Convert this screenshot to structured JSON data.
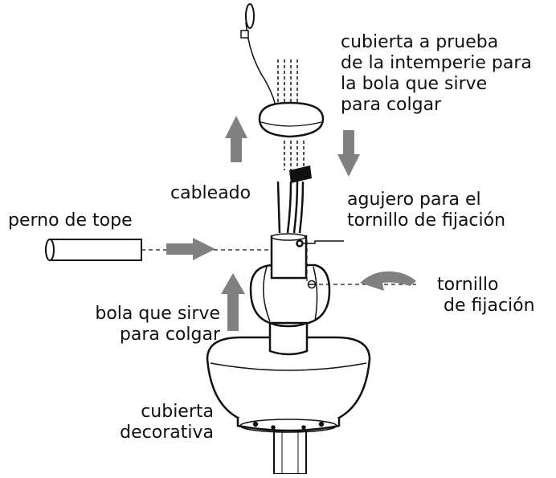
{
  "labels": {
    "weather_cover": [
      "cubierta a prueba",
      "de la intemperie para",
      "la bola que sirve",
      "para colgar"
    ],
    "wiring": "cableado",
    "set_screw_hole": [
      "agujero para el",
      "tornillo de fijación"
    ],
    "stop_pin": "perno de tope",
    "set_screw": [
      "tornillo",
      "de fijación"
    ],
    "hanger_ball": [
      "bola que sirve",
      "para colgar"
    ],
    "decorative_cover": [
      "cubierta",
      "decorativa"
    ]
  },
  "colors": {
    "arrow": "#808080",
    "line": "#111111",
    "fill": "#ffffff",
    "tape": "#111111"
  }
}
